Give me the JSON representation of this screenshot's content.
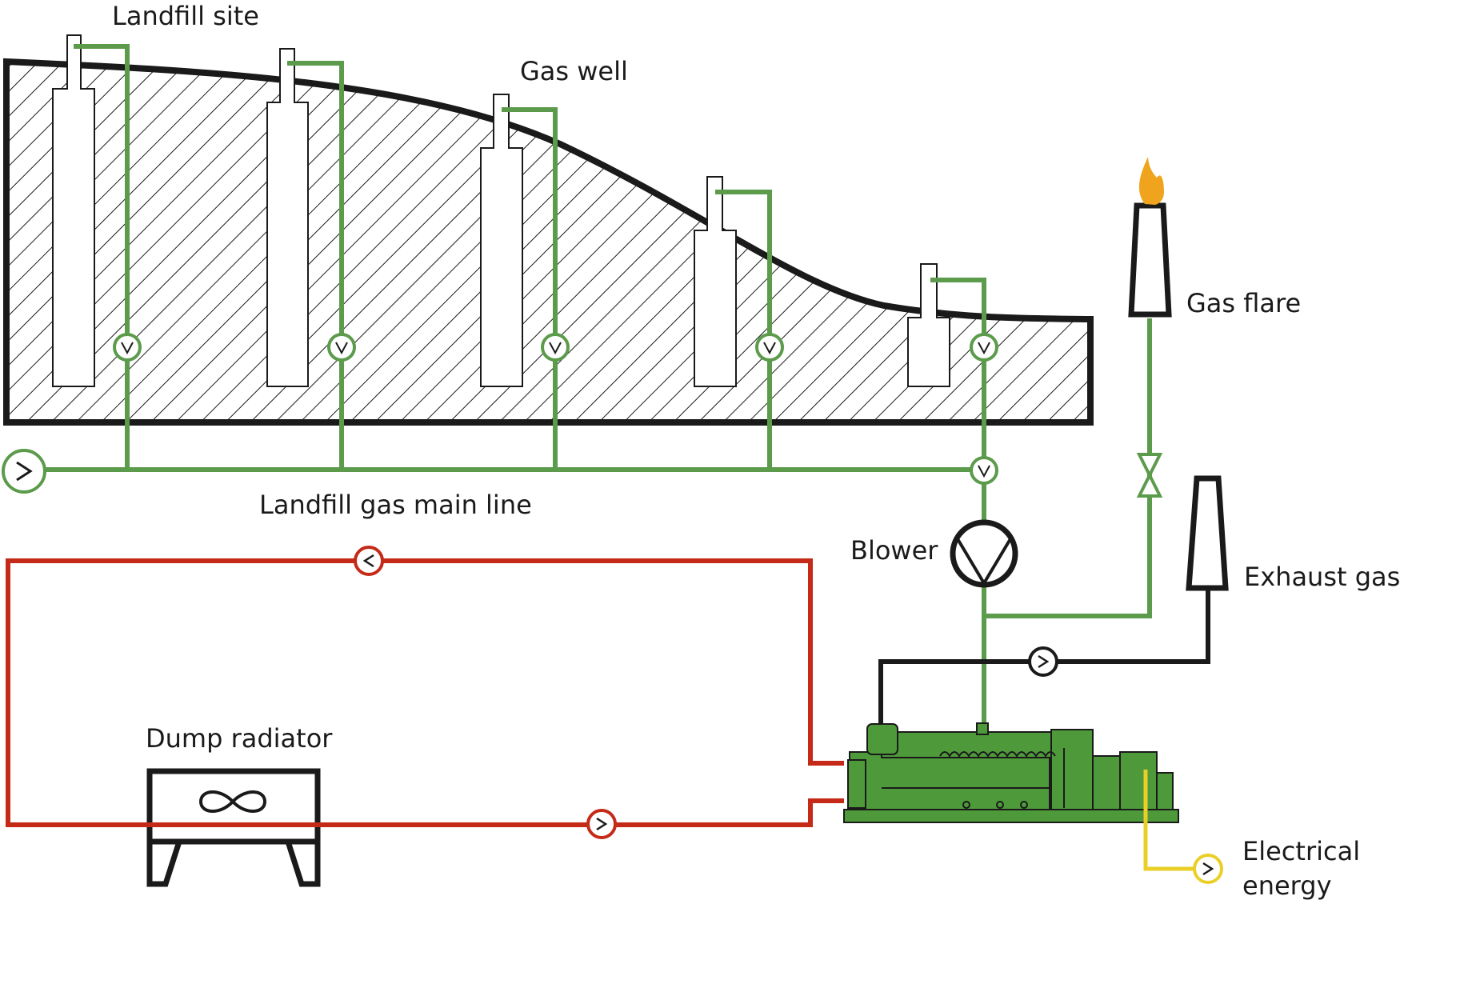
{
  "labels": {
    "landfill_site": "Landfill site",
    "gas_well": "Gas well",
    "gas_flare": "Gas flare",
    "main_line": "Landfill gas main line",
    "blower": "Blower",
    "exhaust_gas": "Exhaust gas",
    "dump_radiator": "Dump radiator",
    "electrical_energy_line1": "Electrical",
    "electrical_energy_line2": "energy"
  },
  "colors": {
    "gas_line": "#5c9b4b",
    "coolant_line": "#c42a17",
    "exhaust_line": "#1a1a1a",
    "electric_line": "#e9cf27",
    "engine": "#4e9a3b",
    "flame": "#f0a41e"
  },
  "icons": {
    "flow_valve": "circle-with-chevron",
    "flare": "flame-icon",
    "blower": "fan-icon",
    "radiator": "infinity-fan-icon",
    "engine": "gas-engine-icon"
  }
}
